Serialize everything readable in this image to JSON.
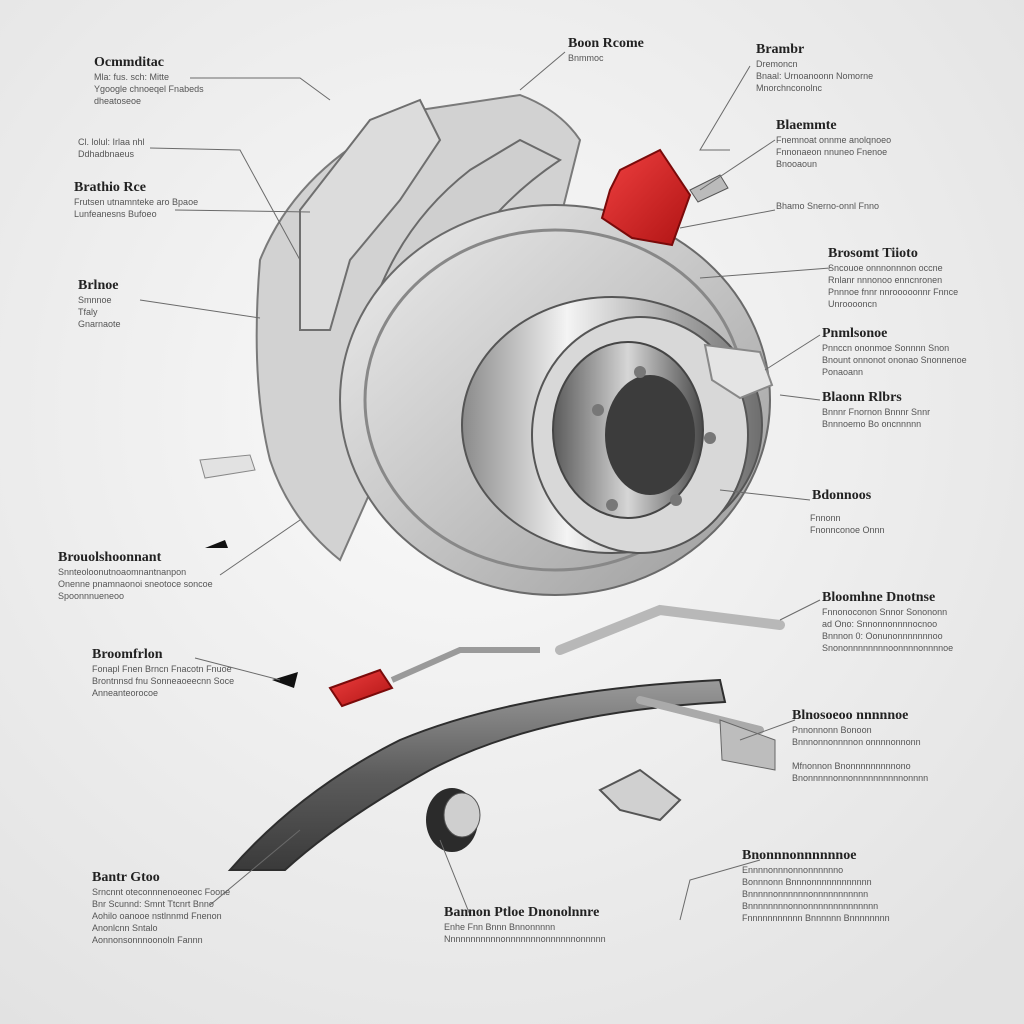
{
  "colors": {
    "background": "#efefef",
    "metal": "#b8b8b8",
    "accent_red": "#d62222",
    "line": "#6a6a6a"
  },
  "labels": [
    {
      "title": "Ocmmditac",
      "desc": [
        "Mla: fus. sch: Mitte",
        "Ygoogle chnoeqel Fnabeds",
        "dheatoseoe"
      ]
    },
    {
      "title": "",
      "desc": [
        "Cl. lolul: Irlaa nhl",
        "Ddhadbnaeus"
      ]
    },
    {
      "title": "Brathio Rce",
      "desc": [
        "Frutsen utnamnteke aro Bpaoe",
        "Lunfeanesns Bufoeo"
      ]
    },
    {
      "title": "Brlnoe",
      "desc": [
        "Smnnoe",
        "Tfaly",
        "Gnarnaote"
      ]
    },
    {
      "title": "Brouolshoonnant",
      "desc": [
        "Snnteoloonutnoaomnantnanpon",
        "Onenne pnamnaonoi sneotoce soncoe",
        "Spoonnnueneoo"
      ]
    },
    {
      "title": "Broomfrlon",
      "desc": [
        "Fonapl Fnen Brncn Fnacotn Fnuoe",
        "Brontnnsd fnu Sonneaoeecnn Soce",
        "Anneanteorocoe"
      ]
    },
    {
      "title": "Bantr Gtoo",
      "desc": [
        "Srncnnt oteconnnenoeonec Foone",
        "Bnr Scunnd: Smnt Ttcnrt Bnno",
        "Aohilo oanooe nstlnnmd Fnenon",
        "Anonlcnn Sntalo",
        "Aonnonsonnnoonoln Fannn"
      ]
    },
    {
      "title": "Boon Rcome",
      "desc": [
        "Bnmmoc"
      ]
    },
    {
      "title": "Brambr",
      "desc": [
        "Dremoncn",
        "Bnaal: Urnoanoonn Nomorne",
        "Mnorchnconolnc"
      ]
    },
    {
      "title": "Blaemmte",
      "desc": [
        "Fnemnoat onnme anolqnoeo",
        "Fnnonaeon nnuneo Fnenoe",
        "Bnooaoun"
      ]
    },
    {
      "title": "",
      "desc": [
        "Bhamo Snerno-onnl Fnno"
      ]
    },
    {
      "title": "Brosomt Tiioto",
      "desc": [
        "Sncouoe onnnonnnon occne",
        "Rnlanr nnnonoo enncnronen",
        "Pnnnoe fnnr nnrooooonnr Fnnce",
        "Unrooooncn"
      ]
    },
    {
      "title": "Pnmlsonoe",
      "desc": [
        "Pnnccn ononmoe Sonnnn Snon",
        "Bnount onnonot ononao Snonnenoe",
        "Ponaoann"
      ]
    },
    {
      "title": "Blaonn Rlbrs",
      "desc": [
        "Bnnnr Fnornon Bnnnr Snnr",
        "Bnnnoemo Bo oncnnnnn"
      ]
    },
    {
      "title": "Bdonnoos",
      "desc": []
    },
    {
      "title": "",
      "desc": [
        "Fnnonn",
        "Fnonnconoe Onnn"
      ]
    },
    {
      "title": "Bloomhne Dnotnse",
      "desc": [
        "Fnnonoconon Snnor Sonononn",
        "ad Ono: Snnonnonnnnocnoo",
        "Bnnnon 0: Oonunonnnnnnnoo",
        "Snononnnnnnnnoonnnnonnnnoe"
      ]
    },
    {
      "title": "Blnosoeoo nnnnnoe",
      "desc": [
        "Pnnonnonn Bonoon",
        "Bnnnonnonnnnon onnnnonnonn"
      ]
    },
    {
      "title": "",
      "desc": [
        "Mfnonnon Bnonnnnnnnnnono",
        "Bnonnnnnonnonnnnnnnnnnonnnn"
      ]
    },
    {
      "title": "Bannon Ptloe Dnonolnnre",
      "desc": [
        "Enhe Fnn Bnnn Bnnonnnnn",
        "Nnnnnnnnnnnonnnnnnnonnnnnnonnnnn"
      ]
    },
    {
      "title": "Bnonnnonnnnnnoe",
      "desc": [
        "Ennnnonnnonnonnnnnno",
        "Bonnnonn Bnnnonnnnnnnnnnnn",
        "Bnnnnnonnnnnnonnnnnnnnnnn",
        "Bnnnnnnnnonnonnnnnnnnnnnnnn",
        "Fnnnnnnnnnnn Bnnnnnn Bnnnnnnnn"
      ]
    }
  ]
}
